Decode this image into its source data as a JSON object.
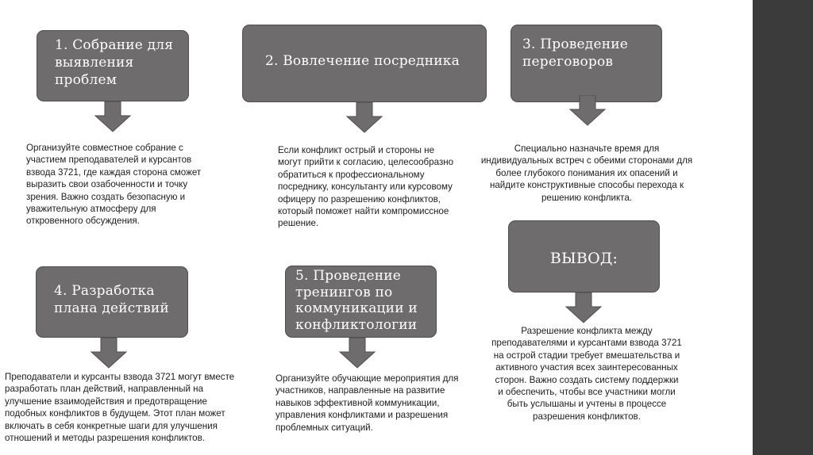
{
  "colors": {
    "box_fill": "#6e6c6d",
    "arrow_fill": "#6e6c6d",
    "right_bar": "#3b3b3b",
    "box_text": "#ffffff"
  },
  "steps": [
    {
      "title": "1. Собрание для выявления проблем",
      "text": "Организуйте совместное собрание с участием преподавателей и курсантов взвода 3721, где каждая сторона сможет выразить свои озабоченности и точку зрения. Важно создать безопасную и уважительную атмосферу для откровенного обсуждения."
    },
    {
      "title": "2. Вовлечение посредника",
      "text": "Если конфликт острый и стороны не могут прийти к согласию, целесообразно обратиться к профессиональному посреднику, консультанту или курсовому офицеру по разрешению конфликтов, который поможет найти компромиссное решение."
    },
    {
      "title": "3. Проведение переговоров",
      "text": "Специально назначьте время для индивидуальных встреч с обеими сторонами для более глубокого понимания их опасений и найдите конструктивные способы перехода к решению конфликта."
    },
    {
      "title": "4. Разработка плана действий",
      "text": "Преподаватели и курсанты взвода 3721 могут вместе разработать план действий, направленный на улучшение взаимодействия и предотвращение подобных конфликтов в будущем. Этот план может включать в себя конкретные шаги для улучшения отношений и методы разрешения конфликтов."
    },
    {
      "title": "5. Проведение тренингов по коммуникации и конфликтологии",
      "text": "Организуйте обучающие мероприятия для участников, направленные на развитие навыков эффективной коммуникации, управления конфликтами и разрешения проблемных ситуаций."
    }
  ],
  "conclusion": {
    "title": "ВЫВОД:",
    "text": "Разрешение конфликта между преподавателями и курсантами взвода 3721 на острой стадии требует вмешательства и активного участия всех заинтересованных сторон. Важно создать систему поддержки и обеспечить, чтобы все участники могли быть услышаны и учтены в процессе разрешения конфликтов."
  }
}
